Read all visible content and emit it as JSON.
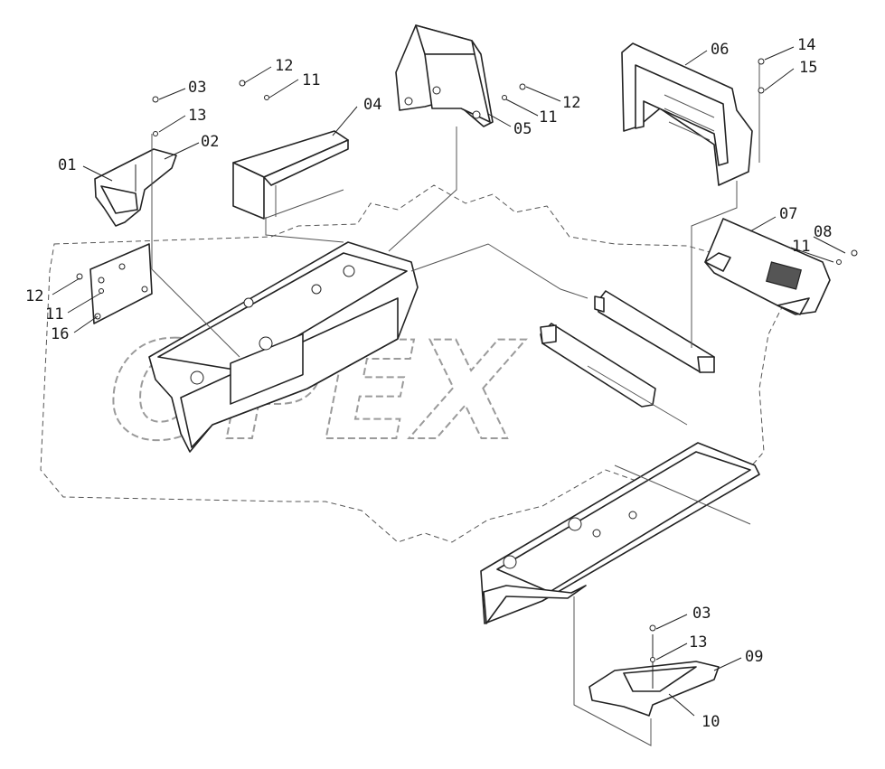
{
  "watermark": {
    "text": "OPEX"
  },
  "callouts": [
    {
      "id": "01",
      "text": "01"
    },
    {
      "id": "02",
      "text": "02"
    },
    {
      "id": "03a",
      "text": "03"
    },
    {
      "id": "13a",
      "text": "13"
    },
    {
      "id": "12a",
      "text": "12"
    },
    {
      "id": "11a",
      "text": "11"
    },
    {
      "id": "04",
      "text": "04"
    },
    {
      "id": "05",
      "text": "05"
    },
    {
      "id": "11b",
      "text": "11"
    },
    {
      "id": "12b",
      "text": "12"
    },
    {
      "id": "06",
      "text": "06"
    },
    {
      "id": "14",
      "text": "14"
    },
    {
      "id": "15",
      "text": "15"
    },
    {
      "id": "07",
      "text": "07"
    },
    {
      "id": "08",
      "text": "08"
    },
    {
      "id": "11c",
      "text": "11"
    },
    {
      "id": "12c",
      "text": "12"
    },
    {
      "id": "11d",
      "text": "11"
    },
    {
      "id": "16",
      "text": "16"
    },
    {
      "id": "03b",
      "text": "03"
    },
    {
      "id": "13b",
      "text": "13"
    },
    {
      "id": "09",
      "text": "09"
    },
    {
      "id": "10",
      "text": "10"
    }
  ]
}
